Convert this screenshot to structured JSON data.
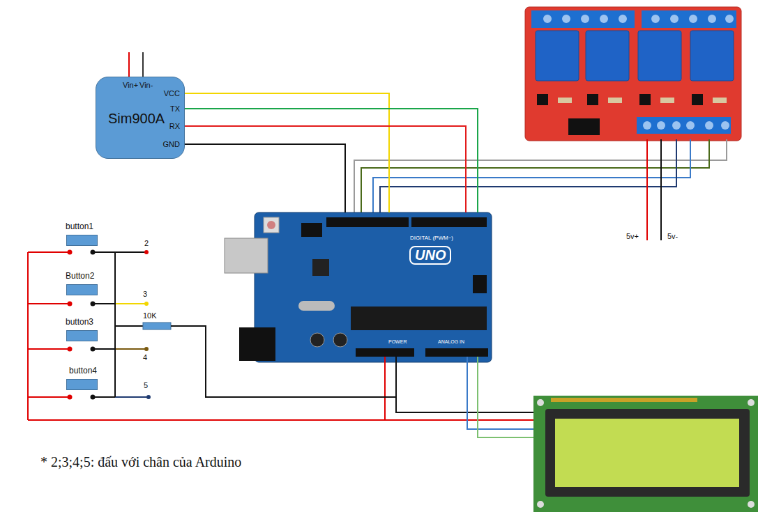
{
  "diagram": {
    "nodes": [
      {
        "text": [
          "Sim900A",
          "Vin+",
          "Vin-",
          "VCC",
          "TX",
          "RX",
          "GND"
        ]
      },
      {
        "text": [
          "button1"
        ]
      },
      {
        "text": [
          "Button2"
        ]
      },
      {
        "text": [
          "button3"
        ]
      },
      {
        "text": [
          "button4"
        ]
      },
      {
        "text": [
          "UNO"
        ]
      }
    ],
    "edges": [
      {
        "from": 0,
        "to": 5,
        "arrow": "none"
      },
      {
        "from": 0,
        "to": 5,
        "arrow": "none"
      },
      {
        "from": 0,
        "to": 5,
        "arrow": "none"
      },
      {
        "from": 0,
        "to": 5,
        "arrow": "none"
      }
    ],
    "labels": [
      "2",
      "3",
      "4",
      "5",
      "10K",
      "5v+",
      "5v-",
      "* 2;3;4;5: đấu với chân của Arduino",
      "DIGITAL (PWM~)",
      "POWER",
      "ANALOG IN"
    ]
  }
}
